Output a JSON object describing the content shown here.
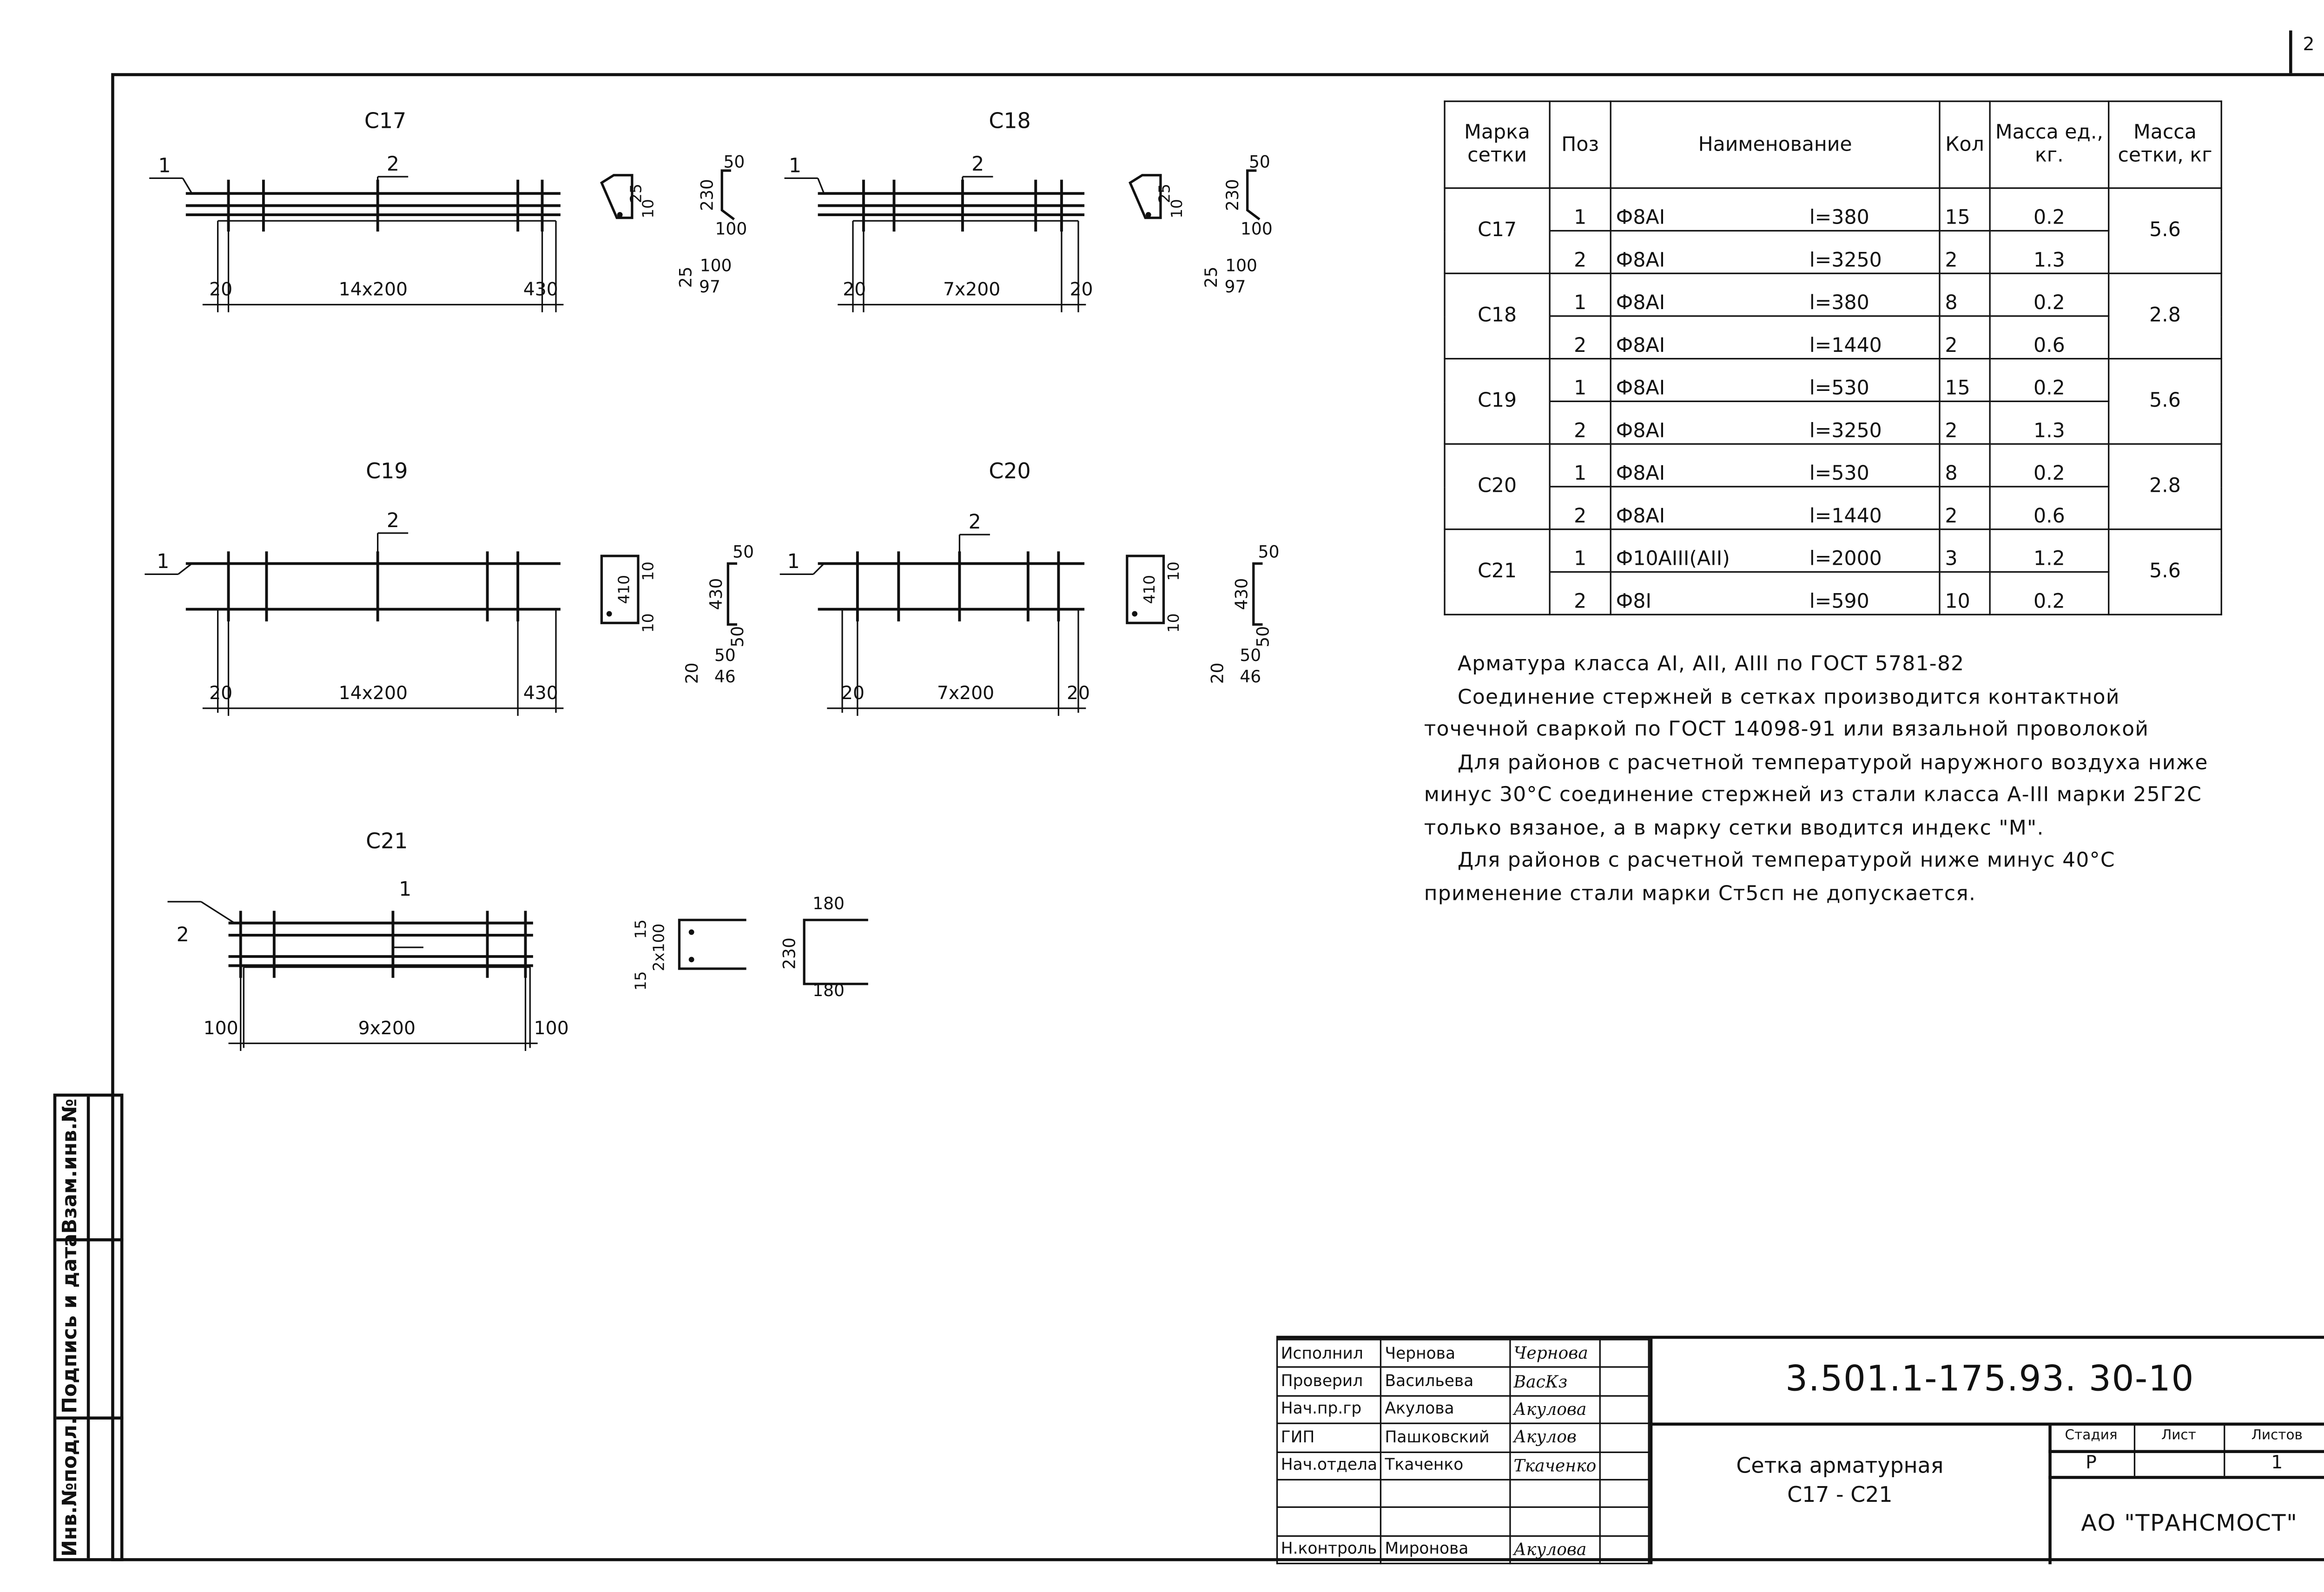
{
  "page_number": "2",
  "meshes": [
    {
      "mark": "С17",
      "pos1": "1",
      "pos2": "2",
      "dims": [
        "20",
        "14x200",
        "430"
      ],
      "section": [
        "25",
        "10"
      ],
      "bent": [
        "50",
        "230",
        "100",
        "25",
        "100",
        "97"
      ]
    },
    {
      "mark": "С18",
      "pos1": "1",
      "pos2": "2",
      "dims": [
        "20",
        "7x200",
        "20"
      ],
      "section": [
        "25",
        "10"
      ],
      "bent": [
        "50",
        "230",
        "100",
        "25",
        "100",
        "97"
      ]
    },
    {
      "mark": "С19",
      "pos1": "1",
      "pos2": "2",
      "dims": [
        "20",
        "14x200",
        "430"
      ],
      "section": [
        "410",
        "10",
        "10"
      ],
      "bent": [
        "50",
        "430",
        "50",
        "20",
        "50",
        "46"
      ]
    },
    {
      "mark": "С20",
      "pos1": "1",
      "pos2": "2",
      "dims": [
        "20",
        "7x200",
        "20"
      ],
      "section": [
        "410",
        "10",
        "10"
      ],
      "bent": [
        "50",
        "430",
        "50",
        "20",
        "50",
        "46"
      ]
    },
    {
      "mark": "С21",
      "pos1": "1",
      "pos2": "2",
      "dims": [
        "100",
        "9x200",
        "100"
      ],
      "section": [
        "15",
        "2x100",
        "15"
      ],
      "bent": [
        "180",
        "230",
        "180"
      ]
    }
  ],
  "table": {
    "headers": [
      "Марка сетки",
      "Поз",
      "Наименование",
      "Кол",
      "Масса ед., кг.",
      "Масса сетки, кг"
    ],
    "groups": [
      {
        "mark": "С17",
        "mass": "5.6",
        "rows": [
          {
            "pos": "1",
            "name": "Ф8АI",
            "len": "l=380",
            "qty": "15",
            "unit": "0.2"
          },
          {
            "pos": "2",
            "name": "Ф8АI",
            "len": "l=3250",
            "qty": "2",
            "unit": "1.3"
          }
        ]
      },
      {
        "mark": "С18",
        "mass": "2.8",
        "rows": [
          {
            "pos": "1",
            "name": "Ф8АI",
            "len": "l=380",
            "qty": "8",
            "unit": "0.2"
          },
          {
            "pos": "2",
            "name": "Ф8АI",
            "len": "l=1440",
            "qty": "2",
            "unit": "0.6"
          }
        ]
      },
      {
        "mark": "С19",
        "mass": "5.6",
        "rows": [
          {
            "pos": "1",
            "name": "Ф8АI",
            "len": "l=530",
            "qty": "15",
            "unit": "0.2"
          },
          {
            "pos": "2",
            "name": "Ф8АI",
            "len": "l=3250",
            "qty": "2",
            "unit": "1.3"
          }
        ]
      },
      {
        "mark": "С20",
        "mass": "2.8",
        "rows": [
          {
            "pos": "1",
            "name": "Ф8АI",
            "len": "l=530",
            "qty": "8",
            "unit": "0.2"
          },
          {
            "pos": "2",
            "name": "Ф8АI",
            "len": "l=1440",
            "qty": "2",
            "unit": "0.6"
          }
        ]
      },
      {
        "mark": "С21",
        "mass": "5.6",
        "rows": [
          {
            "pos": "1",
            "name": "Ф10АIII(АII)",
            "len": "l=2000",
            "qty": "3",
            "unit": "1.2"
          },
          {
            "pos": "2",
            "name": "Ф8I",
            "len": "l=590",
            "qty": "10",
            "unit": "0.2"
          }
        ]
      }
    ]
  },
  "notes": [
    "Арматура класса АI, АII, АIII  по ГОСТ 5781-82",
    "Соединение стержней в сетках производится контактной точечной сваркой по ГОСТ 14098-91 или вязальной проволокой",
    "Для районов с расчетной температурой наружного воздуха ниже минус 30°С соединение стержней из стали класса А-III марки 25Г2С только вязаное, а в марку сетки вводится индекс \"М\".",
    "Для районов с расчетной температурой ниже минус 40°С применение стали марки Ст5сп не допускается."
  ],
  "side_stamp": [
    "Инв.№подл.",
    "Подпись и дата",
    "Взам.инв.№"
  ],
  "title_block": {
    "people": [
      {
        "role": "Исполнил",
        "name": "Чернова",
        "sign": "Чернова"
      },
      {
        "role": "Проверил",
        "name": "Васильева",
        "sign": "ВасКз"
      },
      {
        "role": "Нач.пр.гр",
        "name": "Акулова",
        "sign": "Акулова"
      },
      {
        "role": "ГИП",
        "name": "Пашковский",
        "sign": "Акулов"
      },
      {
        "role": "Нач.отдела",
        "name": "Ткаченко",
        "sign": "Ткаченко"
      },
      {
        "role": "",
        "name": "",
        "sign": ""
      },
      {
        "role": "",
        "name": "",
        "sign": ""
      },
      {
        "role": "Н.контроль",
        "name": "Миронова",
        "sign": "Акулова"
      }
    ],
    "code": "3.501.1-175.93. 30-10",
    "title_line1": "Сетка арматурная",
    "title_line2": "С17 - С21",
    "stage_header": "Стадия",
    "sheet_header": "Лист",
    "sheets_header": "Листов",
    "stage": "Р",
    "sheet": "",
    "sheets": "1",
    "organization": "АО \"ТРАНСМОСТ\""
  }
}
